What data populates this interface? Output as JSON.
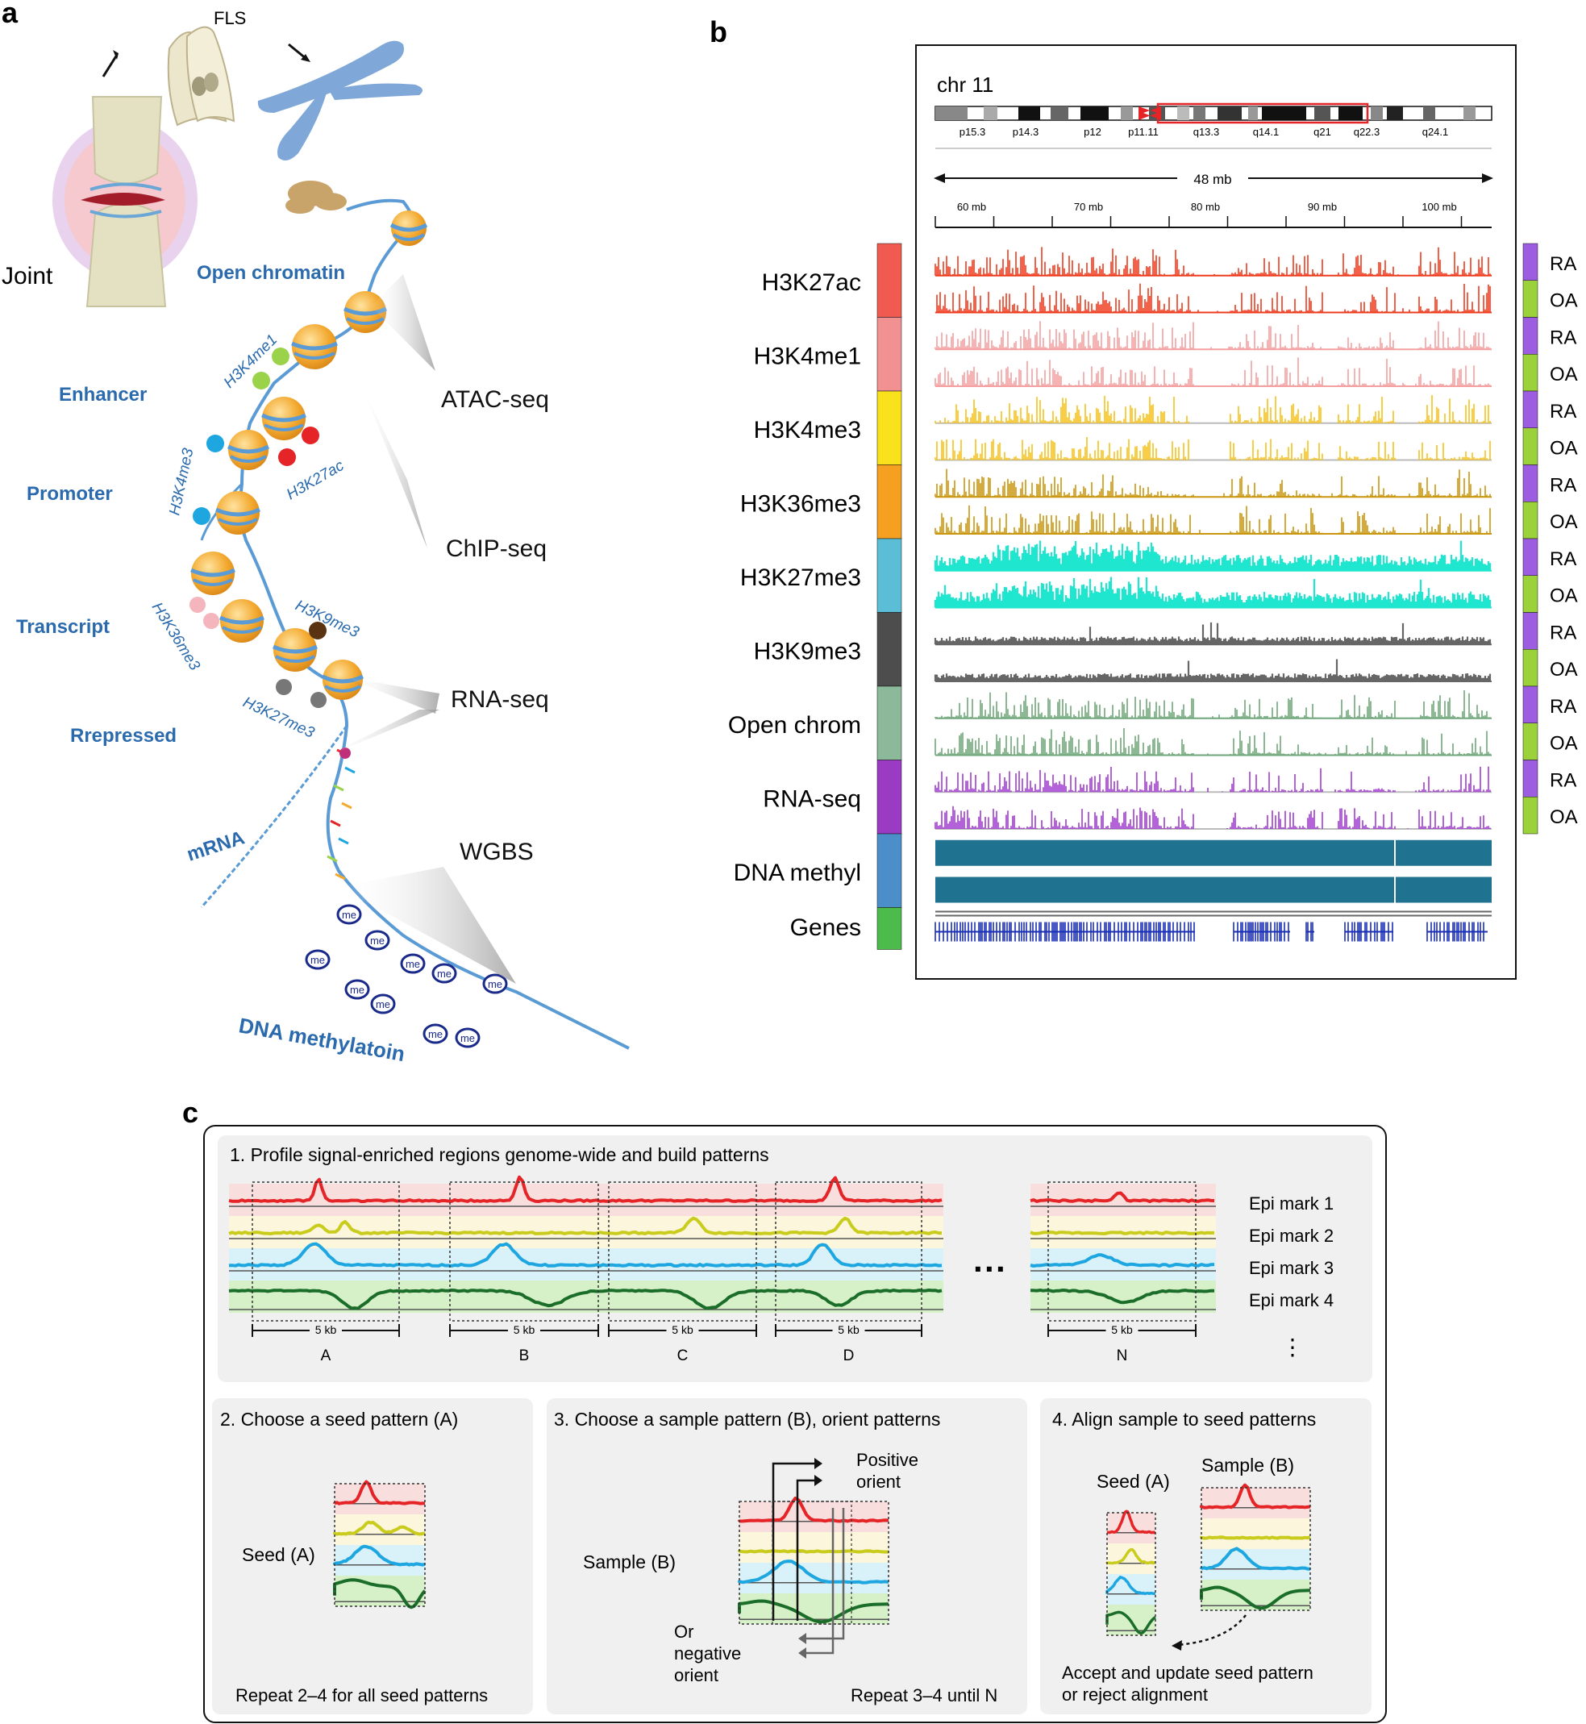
{
  "panel_letters": [
    "a",
    "b",
    "c"
  ],
  "panel_a": {
    "top_labels": {
      "fls": "FLS",
      "joint": "Joint",
      "open_chromatin": "Open chromatin"
    },
    "region_labels": [
      "Enhancer",
      "Promoter",
      "Transcript",
      "Rrepressed"
    ],
    "mark_labels": [
      "H3K4me1",
      "H3K4me3",
      "H3K27ac",
      "H3K9me3",
      "H3K36me3",
      "H3K27me3"
    ],
    "assays": [
      "ATAC-seq",
      "ChIP-seq",
      "RNA-seq",
      "WGBS"
    ],
    "mrna": "mRNA",
    "dna_methylation": "DNA methylatoin",
    "me": "me",
    "colors": {
      "blue_text": "#2a6aad",
      "nucleosome": "#f0a830",
      "dna": "#5b9bd5"
    }
  },
  "panel_b": {
    "chrom_label": "chr 11",
    "bands": [
      "p15.3",
      "p14.3",
      "p12",
      "p11.11",
      "q13.3",
      "q14.1",
      "q21",
      "q22.3",
      "q24.1"
    ],
    "span_label": "48 mb",
    "ruler_ticks": [
      "60 mb",
      "70 mb",
      "80 mb",
      "90 mb",
      "100 mb"
    ],
    "tracks": [
      {
        "name": "H3K27ac",
        "color": "#ef3b1d",
        "side": "#f05a50"
      },
      {
        "name": "H3K4me1",
        "color": "#f4a0a0",
        "side": "#f29191"
      },
      {
        "name": "H3K4me3",
        "color": "#f7c21a",
        "side": "#f9e21b"
      },
      {
        "name": "H3K36me3",
        "color": "#c9960e",
        "side": "#f5a020"
      },
      {
        "name": "H3K27me3",
        "color": "#1fe6cf",
        "side": "#5bbed6"
      },
      {
        "name": "H3K9me3",
        "color": "#666666",
        "side": "#4d4d4d"
      },
      {
        "name": "Open chrom",
        "color": "#6fa67a",
        "side": "#8bb99a"
      },
      {
        "name": "RNA-seq",
        "color": "#a23bd0",
        "side": "#9b3bc4"
      },
      {
        "name": "DNA methyl",
        "color": "#1f7391",
        "side": "#4b8ec9"
      }
    ],
    "genes_label": "Genes",
    "genes_color": "#1b2fb5",
    "genes_side": "#4cbb4c",
    "sample_labels": [
      "RA",
      "OA"
    ],
    "sample_colors": {
      "RA": "#9d5de0",
      "OA": "#9bd23a"
    }
  },
  "panel_c": {
    "step1_title": "1. Profile signal-enriched regions genome-wide and build patterns",
    "epi_marks": [
      "Epi mark 1",
      "Epi mark 2",
      "Epi mark 3",
      "Epi mark 4"
    ],
    "windows": [
      "A",
      "B",
      "C",
      "D",
      "N"
    ],
    "scale": "5 kb",
    "ellipsis_h": "···",
    "ellipsis_v": "⋮",
    "step2_title": "2. Choose a seed pattern (A)",
    "seed_label": "Seed (A)",
    "step2_footer": "Repeat 2–4 for all seed patterns",
    "step3_title": "3. Choose a sample pattern (B), orient patterns",
    "sample_label": "Sample (B)",
    "positive_orient": [
      "Positive",
      "orient"
    ],
    "negative_orient": [
      "Or",
      "negative",
      "orient"
    ],
    "step3_footer": "Repeat 3–4 until N",
    "step4_title": "4. Align sample to seed patterns",
    "seed_label2": "Seed (A)",
    "sample_label2": "Sample (B)",
    "step4_footer": [
      "Accept and update seed pattern",
      "or reject alignment"
    ],
    "colors": {
      "red": "#e52427",
      "yellow": "#c9cc1c",
      "blue": "#1ea6e0",
      "green": "#1b6e2a",
      "bg_red": "#f9dede",
      "bg_yellow": "#fbf6dc",
      "bg_blue": "#d9f1f8",
      "bg_green": "#d6f0c7",
      "panel_bg": "#f0f0f0"
    }
  }
}
